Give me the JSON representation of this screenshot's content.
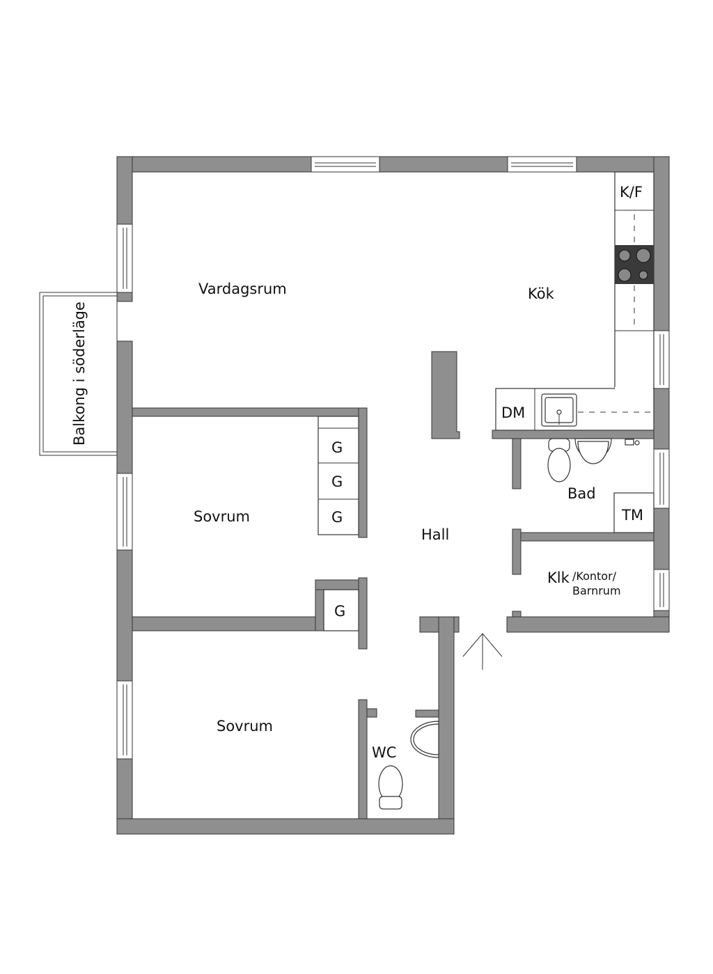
{
  "rooms": {
    "vardagsrum": "Vardagsrum",
    "kok": "Kök",
    "sovrum1": "Sovrum",
    "sovrum2": "Sovrum",
    "hall": "Hall",
    "bad": "Bad",
    "wc": "WC",
    "klk_main": "Klk",
    "klk_sub1": "/Kontor/",
    "klk_sub2": "Barnrum",
    "balkong": "Balkong i söderläge"
  },
  "fixtures": {
    "kf": "K/F",
    "dm": "DM",
    "tm": "TM",
    "g": "G"
  },
  "colors": {
    "wall": "#8f8f8f",
    "stove": "#3a3a3a"
  }
}
